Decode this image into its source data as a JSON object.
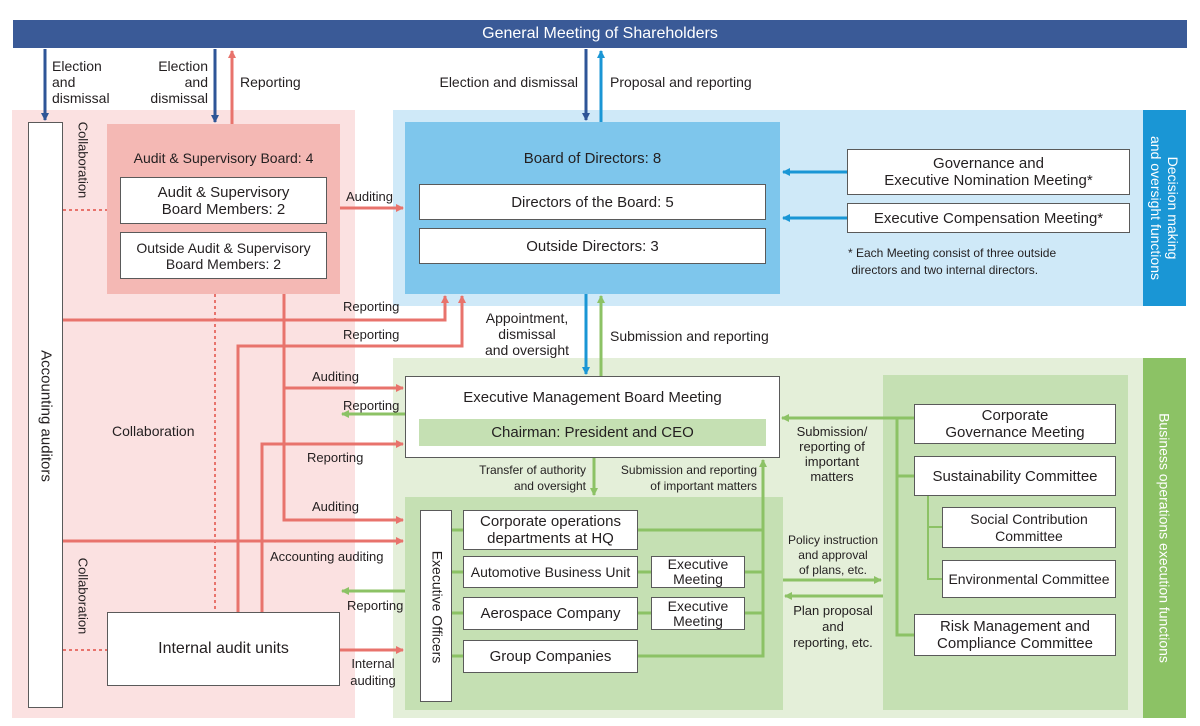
{
  "header": {
    "title": "General Meeting of Shareholders"
  },
  "arrows_top": {
    "election_left": "Election\nand\ndismissal",
    "election_mid": "Election\nand\ndismissal",
    "reporting": "Reporting",
    "election_board": "Election and dismissal",
    "proposal_reporting": "Proposal and reporting"
  },
  "accounting_auditors": {
    "label": "Accounting auditors",
    "collaboration_top": "Collaboration",
    "collaboration_bottom": "Collaboration"
  },
  "audit_board": {
    "title": "Audit & Supervisory Board: 4",
    "members": "Audit & Supervisory\nBoard Members: 2",
    "outside_members": "Outside Audit & Supervisory\nBoard Members: 2",
    "auditing": "Auditing"
  },
  "board": {
    "title": "Board of Directors: 8",
    "directors": "Directors of the Board: 5",
    "outside": "Outside Directors: 3"
  },
  "committees_top": {
    "governance": "Governance and\nExecutive Nomination Meeting*",
    "compensation": "Executive Compensation Meeting*",
    "note": "* Each Meeting consist of three outside\n directors and two internal directors."
  },
  "side_labels": {
    "decision": "Decision making\nand oversight functions",
    "business": "Business operations execution functions"
  },
  "flow_labels": {
    "reporting_1": "Reporting",
    "reporting_2": "Reporting",
    "appointment": "Appointment,\ndismissal\nand oversight",
    "submission_reporting": "Submission and reporting",
    "auditing_1": "Auditing",
    "reporting_3": "Reporting",
    "collaboration_mid": "Collaboration",
    "reporting_4": "Reporting",
    "auditing_2": "Auditing",
    "accounting_auditing": "Accounting auditing",
    "reporting_5": "Reporting",
    "internal_auditing": "Internal\nauditing",
    "transfer": "Transfer of authority\nand oversight",
    "submission_important": "Submission and reporting\nof important matters",
    "submission_right": "Submission/\nreporting of\nimportant\nmatters",
    "policy": "Policy instruction\nand approval\nof plans, etc.",
    "plan_proposal": "Plan proposal\nand\nreporting, etc."
  },
  "executive_board": {
    "title": "Executive Management Board Meeting",
    "chairman": "Chairman: President and CEO"
  },
  "executive_officers": {
    "label": "Executive Officers",
    "units": [
      "Corporate operations\ndepartments at HQ",
      "Automotive Business Unit",
      "Aerospace Company",
      "Group Companies"
    ],
    "executive_meeting_1": "Executive\nMeeting",
    "executive_meeting_2": "Executive\nMeeting"
  },
  "internal_audit": {
    "label": "Internal audit units"
  },
  "right_committees": {
    "governance": "Corporate\nGovernance Meeting",
    "sustainability": "Sustainability Committee",
    "social": "Social Contribution\nCommittee",
    "environmental": "Environmental Committee",
    "risk": "Risk Management and\nCompliance Committee"
  },
  "colors": {
    "header_blue": "#3a5a97",
    "decision_bg": "#cfe9f8",
    "board_blue": "#7ec6ec",
    "side_blue": "#1a96d5",
    "arrow_blue_dark": "#2e5597",
    "arrow_blue": "#1a96d5",
    "audit_bg": "#fbe1e1",
    "audit_box": "#f4b8b4",
    "red": "#e8736c",
    "business_bg": "#e4efd9",
    "green_box": "#c5e0b3",
    "green": "#8cc265",
    "side_green": "#8cc265"
  }
}
